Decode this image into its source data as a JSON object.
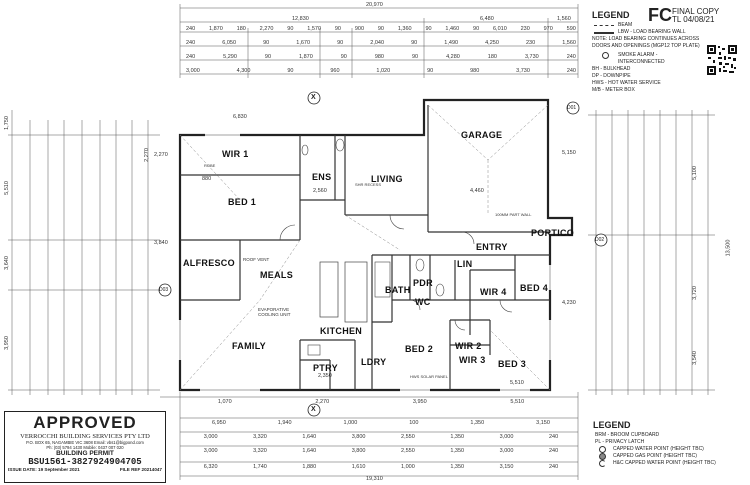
{
  "top_dims": {
    "overall": "20,970",
    "row1": [
      "12,830",
      "6,480",
      "1,560"
    ],
    "row2": [
      "240",
      "1,870",
      "180",
      "2,270",
      "90",
      "1,570",
      "90",
      "900",
      "90",
      "1,360",
      "90",
      "1,460",
      "90",
      "6,010",
      "230",
      "970",
      "590"
    ],
    "row3": [
      "240",
      "6,050",
      "90",
      "1,670",
      "90",
      "2,040",
      "90",
      "1,490",
      "4,250",
      "230",
      "1,560"
    ],
    "row4": [
      "240",
      "5,290",
      "90",
      "1,870",
      "90",
      "980",
      "90",
      "4,280",
      "180",
      "3,730",
      "240"
    ],
    "row5": [
      "3,000",
      "4,300",
      "90",
      "960",
      "1,020",
      "90",
      "980",
      "3,730",
      "240"
    ]
  },
  "bottom_dims": {
    "overall": "19,310",
    "row1": [
      "1,070",
      "2,270",
      "3,950",
      "5,510"
    ],
    "row2": [
      "6,950",
      "1,940",
      "1,000",
      "100",
      "1,350",
      "3,150"
    ],
    "row3": [
      "3,000",
      "3,320",
      "1,640",
      "3,800",
      "2,550",
      "1,350",
      "3,000",
      "240"
    ],
    "row4": [
      "3,000",
      "3,320",
      "1,640",
      "3,800",
      "2,550",
      "1,350",
      "3,000",
      "240"
    ],
    "row5": [
      "6,320",
      "1,740",
      "1,880",
      "1,610",
      "1,000",
      "1,350",
      "3,150",
      "240"
    ]
  },
  "plan_dims": [
    "6,830",
    "2,560",
    "880",
    "2,350",
    "4,460",
    "2,270",
    "5,510",
    "3,840",
    "4,230",
    "5,150"
  ],
  "rooms": [
    {
      "name": "WIR 1"
    },
    {
      "name": "BED 1"
    },
    {
      "name": "ENS"
    },
    {
      "name": "LIVING"
    },
    {
      "name": "GARAGE"
    },
    {
      "name": "ALFRESCO"
    },
    {
      "name": "MEALS"
    },
    {
      "name": "ENTRY"
    },
    {
      "name": "PORTICO"
    },
    {
      "name": "LIN"
    },
    {
      "name": "BATH"
    },
    {
      "name": "PDR"
    },
    {
      "name": "WC"
    },
    {
      "name": "WIR 4"
    },
    {
      "name": "BED 4"
    },
    {
      "name": "FAMILY"
    },
    {
      "name": "KITCHEN"
    },
    {
      "name": "LDRY"
    },
    {
      "name": "PTRY"
    },
    {
      "name": "BED 2"
    },
    {
      "name": "WIR 2"
    },
    {
      "name": "WIR 3"
    },
    {
      "name": "BED 3"
    }
  ],
  "plan_notes": [
    "ROOF VENT",
    "EVAPORATIVE COOLING UNIT",
    "SHR RECESS",
    "HWS SOLAR PANEL",
    "ROBE",
    "100MM PART WALL"
  ],
  "markers": [
    "X",
    "X",
    "D01",
    "D02",
    "D03"
  ],
  "fc": {
    "big": "FC",
    "line1": "FINAL COPY",
    "line2": "TL 04/08/21"
  },
  "legend_top": {
    "title": "LEGEND",
    "items": [
      "BEAM",
      "LBW - LOAD BEARING WALL",
      "NOTE: LOAD BEARING CONTINUES ACROSS DOORS AND OPENINGS (MGP12 TOP PLATE)",
      "SMOKE ALARM - INTERCONNECTED",
      "BH - BULKHEAD",
      "DP - DOWNPIPE",
      "HWS - HOT WATER SERVICE",
      "M/B - METER BOX"
    ]
  },
  "legend_bottom": {
    "title": "LEGEND",
    "items": [
      "BRM - BROOM CUPBOARD",
      "PL - PRIVACY LATCH",
      "CAPPED WATER POINT (HEIGHT TBC)",
      "CAPPED GAS POINT (HEIGHT TBC)",
      "H&C CAPPED WATER POINT (HEIGHT TBC)"
    ]
  },
  "stamp": {
    "title": "APPROVED",
    "company": "VERROCCHI BUILDING SERVICES PTY LTD",
    "address": "P.O. BOX 65, NAGAMBIE VIC 3608     Email: vbs1@bigpond.com",
    "phone": "Ph: (03) 5794 1430  Mobile: 0437 007 020",
    "permit": "BUILDING PERMIT",
    "number": "BSU1561-3827924904705",
    "issue": "ISSUE DATE: 19 September 2021",
    "file": "FILE REF 20214047"
  },
  "side_dims_left": [
    "1,750",
    "5,510",
    "3,640",
    "3,950",
    "2,270"
  ],
  "side_dims_right": [
    "5,100",
    "3,720",
    "3,540",
    "13,500"
  ]
}
